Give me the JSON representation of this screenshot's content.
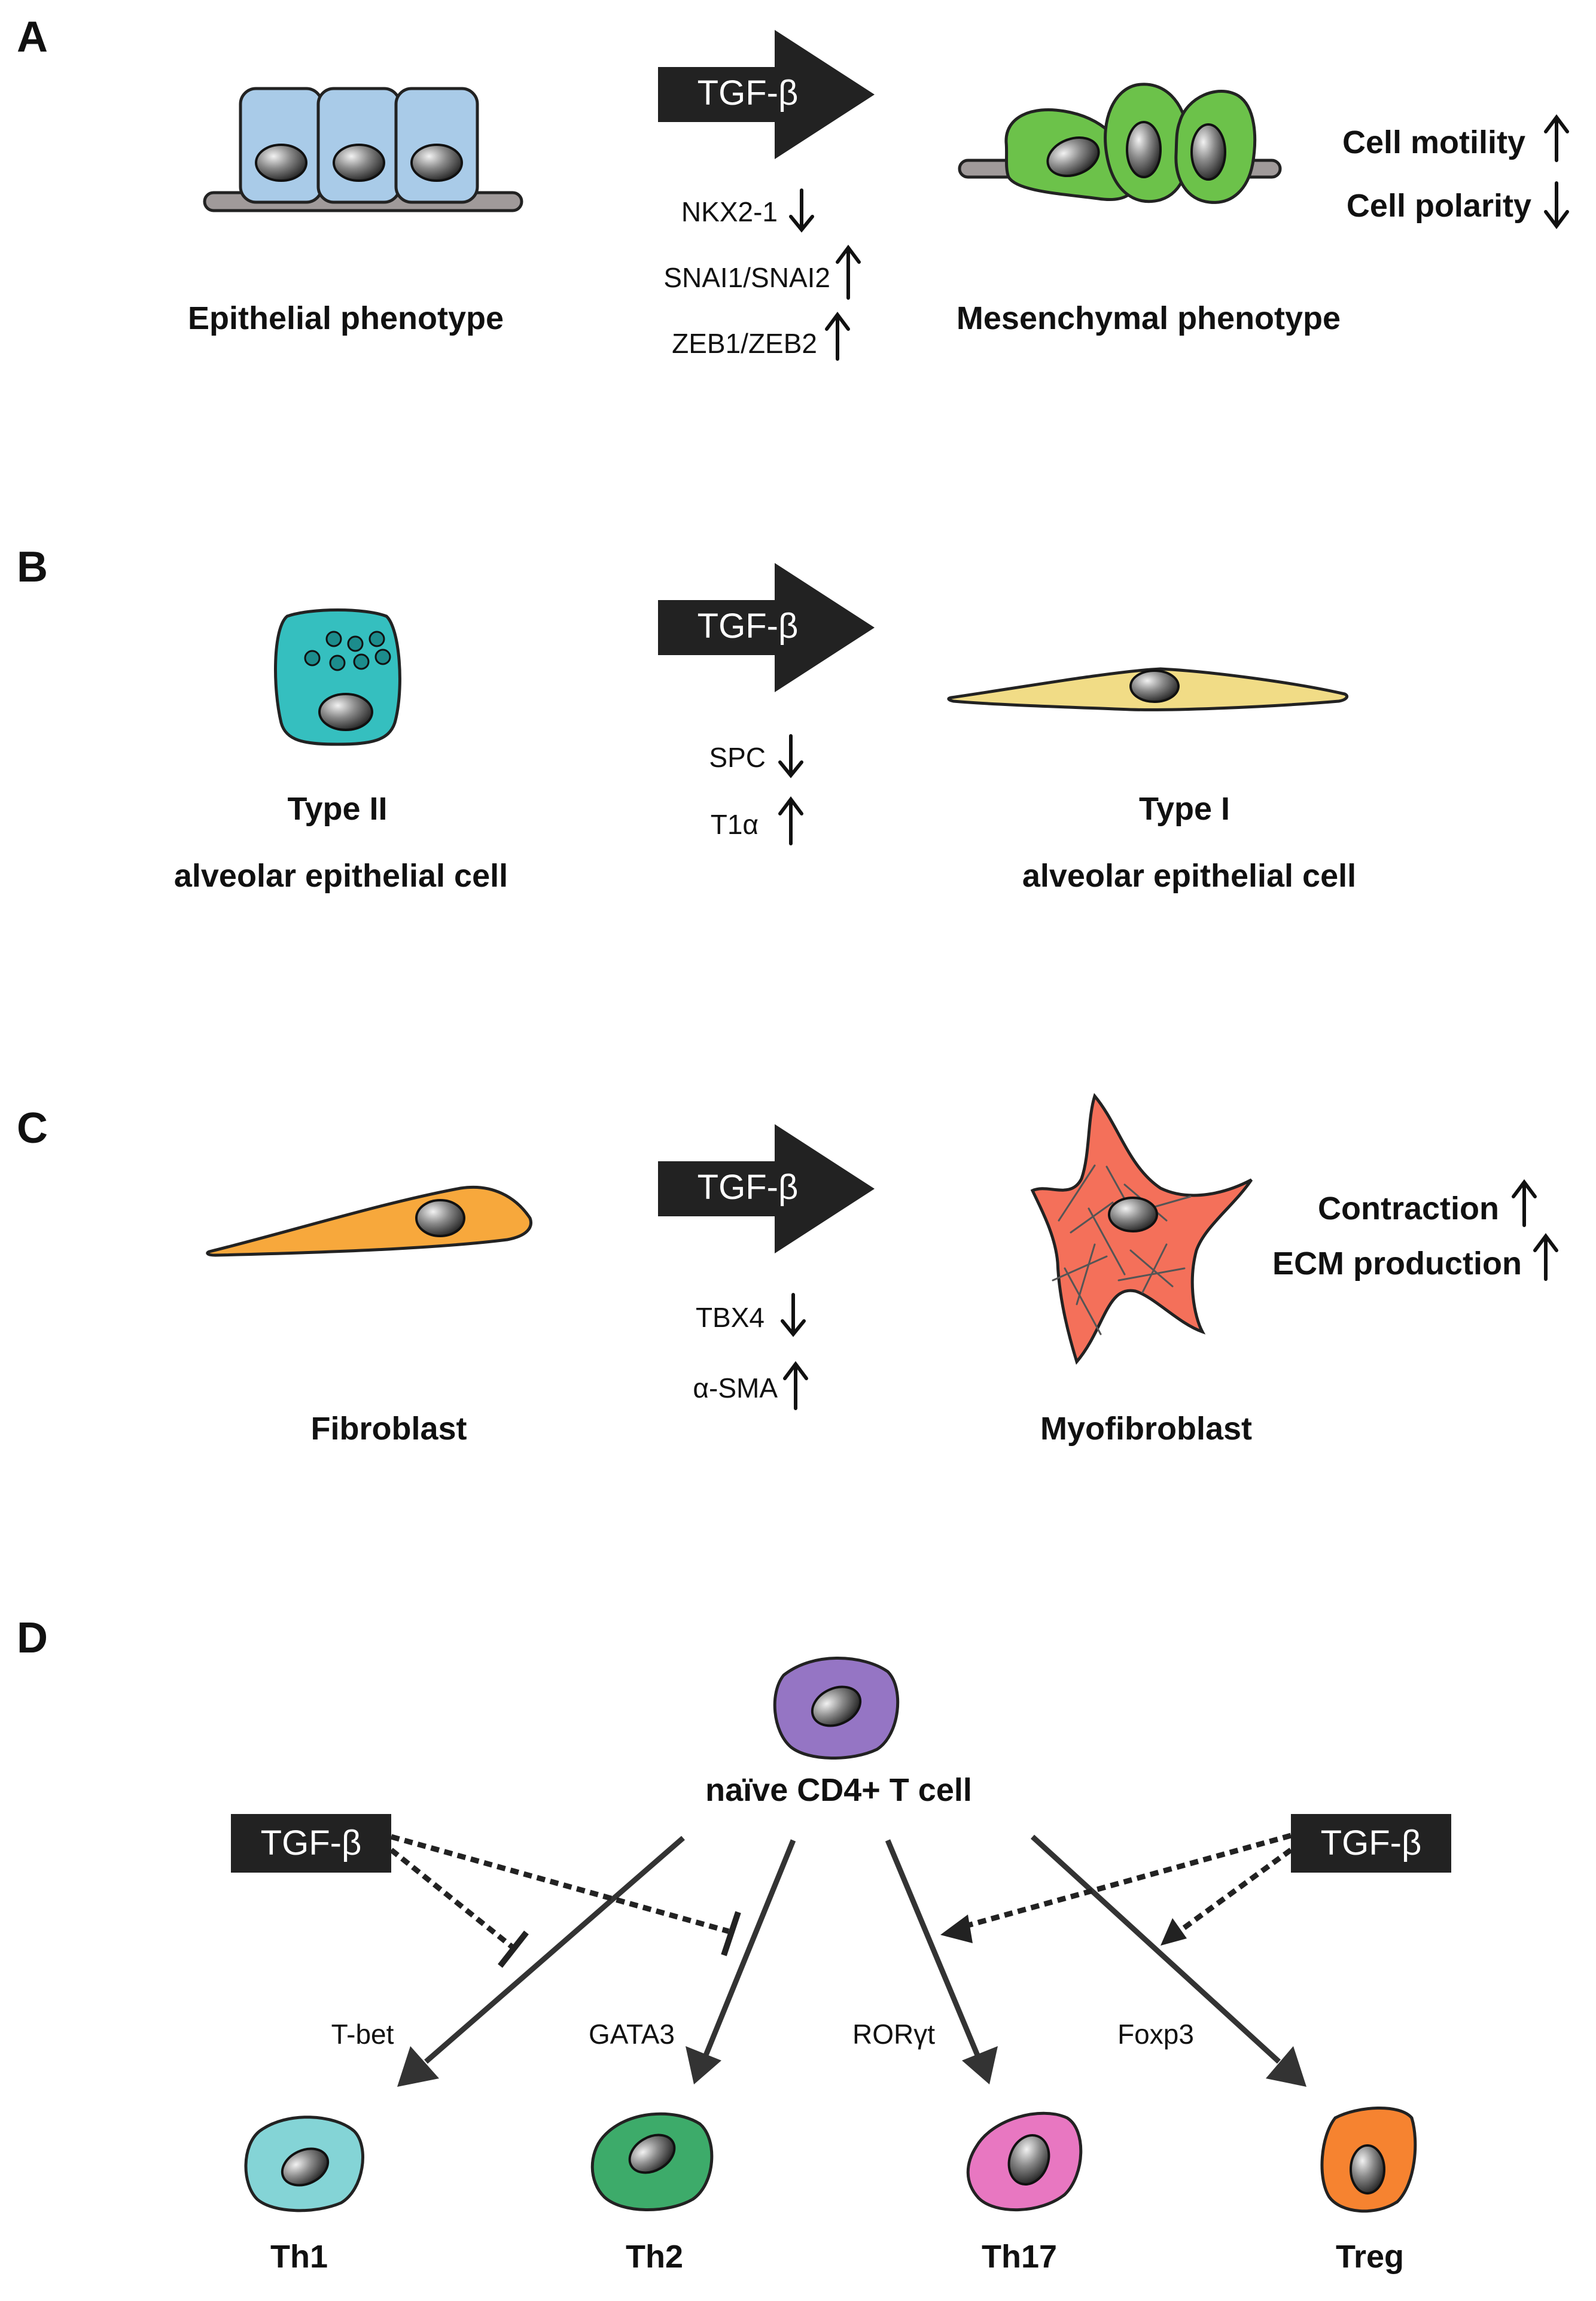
{
  "panels": {
    "A": {
      "letter": "A",
      "signal": "TGF-β",
      "markers": [
        {
          "label": "NKX2-1",
          "direction": "down"
        },
        {
          "label": "SNAI1/SNAI2",
          "direction": "up"
        },
        {
          "label": "ZEB1/ZEB2",
          "direction": "up"
        }
      ],
      "left_label": "Epithelial phenotype",
      "right_label": "Mesenchymal phenotype",
      "effects": [
        {
          "label": "Cell motility",
          "direction": "up"
        },
        {
          "label": "Cell polarity",
          "direction": "down"
        }
      ]
    },
    "B": {
      "letter": "B",
      "signal": "TGF-β",
      "markers": [
        {
          "label": "SPC",
          "direction": "down"
        },
        {
          "label": "T1α",
          "direction": "up"
        }
      ],
      "left_label_line1": "Type II",
      "left_label_line2": "alveolar epithelial cell",
      "right_label_line1": "Type I",
      "right_label_line2": "alveolar epithelial cell"
    },
    "C": {
      "letter": "C",
      "signal": "TGF-β",
      "markers": [
        {
          "label": "TBX4",
          "direction": "down"
        },
        {
          "label": "α-SMA",
          "direction": "up"
        }
      ],
      "left_label": "Fibroblast",
      "right_label": "Myofibroblast",
      "effects": [
        {
          "label": "Contraction",
          "direction": "up"
        },
        {
          "label": "ECM production",
          "direction": "up"
        }
      ]
    },
    "D": {
      "letter": "D",
      "source_label": "naïve CD4+ T cell",
      "left_signal": "TGF-β",
      "right_signal": "TGF-β",
      "transcription_factors": [
        "T-bet",
        "GATA3",
        "RORγt",
        "Foxp3"
      ],
      "subsets": [
        "Th1",
        "Th2",
        "Th17",
        "Treg"
      ]
    }
  },
  "colors": {
    "epithelial": "#a9cbe8",
    "mesenchymal": "#6cc24a",
    "type2": "#35bfbf",
    "type1": "#f1dc86",
    "fibroblast": "#f7a83c",
    "myofibroblast": "#f4705a",
    "naive": "#9575c4",
    "th1": "#84d4d6",
    "th2": "#3dab6a",
    "th17": "#e877c1",
    "treg": "#f68330",
    "signal_box": "#222222"
  }
}
